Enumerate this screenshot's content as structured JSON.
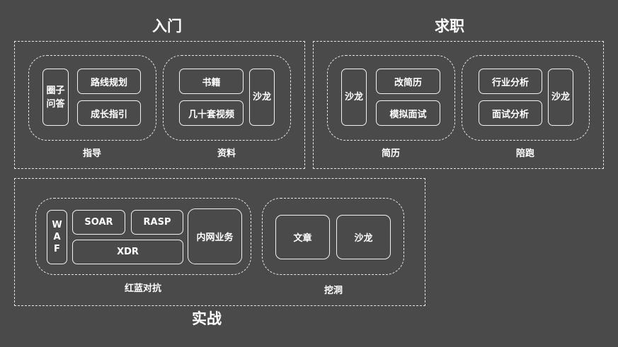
{
  "sections": {
    "rumen": {
      "title": "入门",
      "groups": {
        "zhidao": {
          "label": "指导",
          "items": {
            "quanzi": "圈子问答",
            "luxian": "路线规划",
            "chengzhang": "成长指引"
          }
        },
        "ziliao": {
          "label": "资料",
          "items": {
            "shuji": "书籍",
            "shipin": "几十套视频",
            "shalong": "沙龙"
          }
        }
      }
    },
    "qiuzhi": {
      "title": "求职",
      "groups": {
        "jianli": {
          "label": "简历",
          "items": {
            "shalong": "沙龙",
            "gai": "改简历",
            "moni": "模拟面试"
          }
        },
        "peipao": {
          "label": "陪跑",
          "items": {
            "hangye": "行业分析",
            "mianshi": "面试分析",
            "shalong": "沙龙"
          }
        }
      }
    },
    "shizhan": {
      "title": "实战",
      "groups": {
        "hongla": {
          "label": "红蓝对抗",
          "items": {
            "waf": "WAF",
            "soar": "SOAR",
            "rasp": "RASP",
            "xdr": "XDR",
            "neiwang": "内网业务"
          }
        },
        "wadong": {
          "label": "挖洞",
          "items": {
            "wenzhang": "文章",
            "shalong": "沙龙"
          }
        }
      }
    }
  },
  "colors": {
    "background": "#4a4a4a",
    "stroke": "#e8e8e8",
    "text": "#ffffff"
  }
}
